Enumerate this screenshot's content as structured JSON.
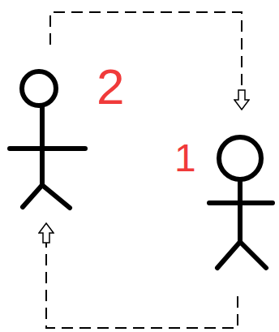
{
  "diagram": {
    "nodes": [
      {
        "text": [
          "2"
        ]
      },
      {
        "text": [
          "1"
        ]
      }
    ],
    "edges": [
      {
        "from": 0,
        "to": 1,
        "arrow": "to"
      },
      {
        "from": 1,
        "to": 0,
        "arrow": "to"
      }
    ]
  }
}
